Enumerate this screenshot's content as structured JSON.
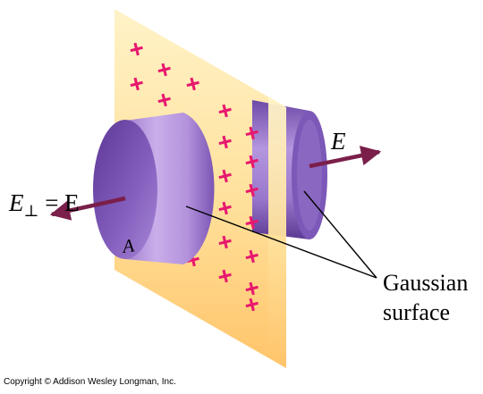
{
  "labels": {
    "e_right": "E",
    "e_left_main": "E",
    "e_left_subscript": "⊥",
    "e_left_rest": " = E",
    "area": "A",
    "gaussian_line1": "Gaussian",
    "gaussian_line2": "surface",
    "copyright": "Copyright © Addison Wesley Longman, Inc."
  },
  "symbols": {
    "charge": "+"
  },
  "colors": {
    "sheet_top": "#fff2c6",
    "sheet_bottom": "#ffc872",
    "charge": "#e8186e",
    "cylinder_dark": "#4f2d8a",
    "cylinder_mid": "#8a62c0",
    "cylinder_light": "#c6a8e6",
    "arrow": "#7a1f4a",
    "text": "#000000"
  }
}
